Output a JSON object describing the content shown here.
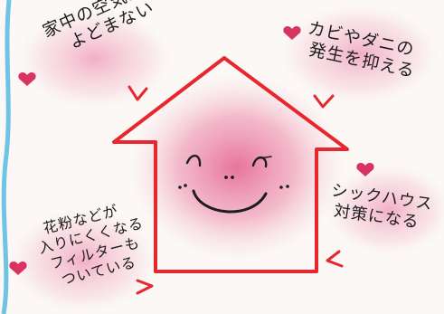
{
  "colors": {
    "house_outline": "#e8262e",
    "pink_blush": "#e86a96",
    "heart": "#d8345f",
    "blue_edge": "#4bb8de",
    "ink": "#1d1d1d"
  },
  "notes": {
    "air": {
      "line1": "家中の空気が",
      "line2": "よどまない"
    },
    "mold": {
      "line1": "カビやダニの",
      "line2": "発生を抑える"
    },
    "sick_house": {
      "line1": "シックハウス",
      "line2": "対策になる"
    },
    "pollen": {
      "line1": "花粉などが",
      "line2": "入りにくくなる",
      "line3": "フィルターも",
      "line4": "ついている"
    }
  },
  "icons": [
    "heart-icon",
    "arrow-icon",
    "house-icon",
    "smiley-face-icon"
  ]
}
